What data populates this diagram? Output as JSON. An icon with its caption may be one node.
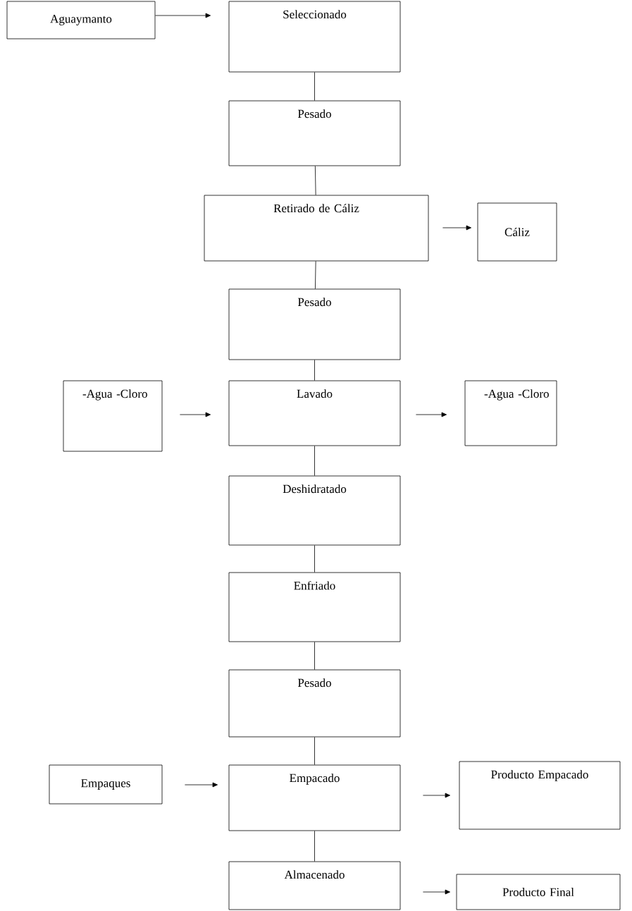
{
  "diagram": {
    "nodes": [
      {
        "text": [
          "Aguaymanto"
        ]
      },
      {
        "text": [
          "Seleccionado"
        ]
      },
      {
        "text": [
          "Pesado"
        ]
      },
      {
        "text": [
          "Retirado de Cáliz"
        ]
      },
      {
        "text": [
          "Cáliz"
        ]
      },
      {
        "text": [
          "Pesado"
        ]
      },
      {
        "text": [
          "-Agua -Cloro"
        ]
      },
      {
        "text": [
          "Lavado"
        ]
      },
      {
        "text": [
          "-Agua -Cloro"
        ]
      },
      {
        "text": [
          "Deshidratado"
        ]
      },
      {
        "text": [
          "Enfriado"
        ]
      },
      {
        "text": [
          "Pesado"
        ]
      },
      {
        "text": [
          "Empaques"
        ]
      },
      {
        "text": [
          "Empacado"
        ]
      },
      {
        "text": [
          "Producto Empacado"
        ]
      },
      {
        "text": [
          "Almacenado"
        ]
      },
      {
        "text": [
          "Producto Final"
        ]
      }
    ],
    "edges": [
      {
        "from": 0,
        "to": 1,
        "arrow": "to"
      },
      {
        "from": 1,
        "to": 2,
        "arrow": "none"
      },
      {
        "from": 2,
        "to": 3,
        "arrow": "none"
      },
      {
        "from": 3,
        "to": 4,
        "arrow": "to"
      },
      {
        "from": 3,
        "to": 5,
        "arrow": "none"
      },
      {
        "from": 5,
        "to": 7,
        "arrow": "none"
      },
      {
        "from": 6,
        "to": 7,
        "arrow": "to"
      },
      {
        "from": 7,
        "to": 8,
        "arrow": "to"
      },
      {
        "from": 7,
        "to": 9,
        "arrow": "none"
      },
      {
        "from": 9,
        "to": 10,
        "arrow": "none"
      },
      {
        "from": 10,
        "to": 11,
        "arrow": "none"
      },
      {
        "from": 11,
        "to": 13,
        "arrow": "none"
      },
      {
        "from": 12,
        "to": 13,
        "arrow": "to"
      },
      {
        "from": 13,
        "to": 14,
        "arrow": "to"
      },
      {
        "from": 13,
        "to": 15,
        "arrow": "none"
      },
      {
        "from": 15,
        "to": 16,
        "arrow": "to"
      }
    ]
  }
}
